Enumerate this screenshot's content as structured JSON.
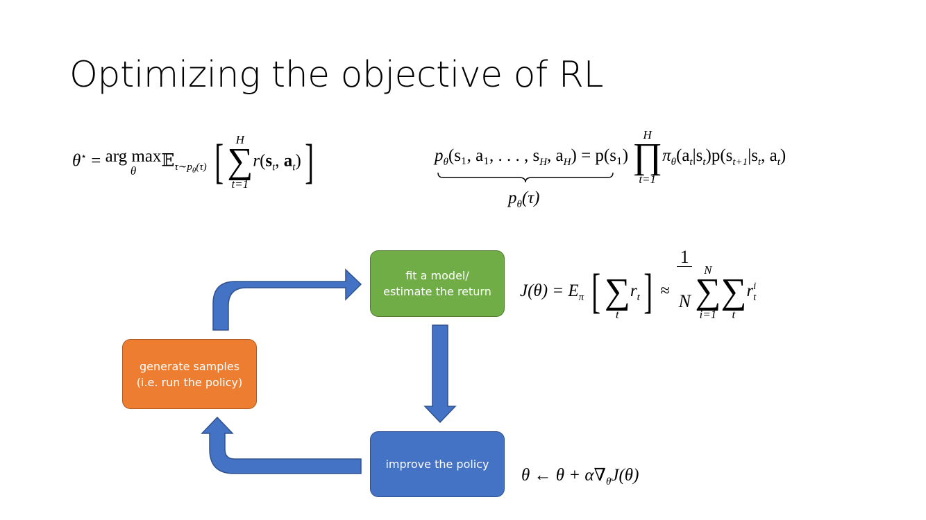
{
  "slide": {
    "title": "Optimizing the objective of RL"
  },
  "equations": {
    "objective": {
      "lhs": "θ",
      "lhs_sup": "⋆",
      "eq": "=",
      "argmax": "arg max",
      "argmax_sub": "θ",
      "expect": "𝔼",
      "expect_sub": "τ∼p",
      "expect_sub_theta": "θ",
      "expect_sub_arg": "(τ)",
      "sum_upper": "H",
      "sum_lower": "t=1",
      "body_r": "r",
      "body_open": "(",
      "body_s": "s",
      "body_t1": "t",
      "body_comma": ", ",
      "body_a": "a",
      "body_t2": "t",
      "body_close": ")"
    },
    "trajectory": {
      "p": "p",
      "p_sub": "θ",
      "args": "(s₁, a₁, . . . , s",
      "args_H1": "H",
      "args_mid": ", a",
      "args_H2": "H",
      "args_close": ")",
      "eq": "=",
      "rhs_p": "p(s₁)",
      "prod_upper": "H",
      "prod_lower": "t=1",
      "pi": "π",
      "pi_sub": "θ",
      "pi_args": "(a",
      "pi_t1": "t",
      "pi_bar": "|s",
      "pi_t2": "t",
      "pi_close": ")",
      "trans_p": "p(s",
      "trans_t1": "t+1",
      "trans_bar": "|s",
      "trans_t2": "t",
      "trans_comma": ", a",
      "trans_t3": "t",
      "trans_close": ")",
      "underbrace_p": "p",
      "underbrace_sub": "θ",
      "underbrace_arg": "(τ)"
    },
    "return_estimate": {
      "lhs": "J(θ) = E",
      "lhs_sub": "π",
      "sum1_lower": "t",
      "r": "r",
      "r_sub": "t",
      "approx": "≈",
      "frac_num": "1",
      "frac_den": "N",
      "sum2_upper": "N",
      "sum2_lower": "i=1",
      "sum3_lower": "t",
      "r2": "r",
      "r2_sup": "i",
      "r2_sub": "t"
    },
    "update": {
      "text": "θ ← θ + α∇",
      "sub": "θ",
      "tail": "J(θ)"
    }
  },
  "diagram": {
    "boxes": {
      "fit_model": {
        "line1": "fit a model/",
        "line2": "estimate the return",
        "color": "#70ad47"
      },
      "generate_samples": {
        "line1": "generate samples",
        "line2": "(i.e. run the policy)",
        "color": "#ed7d31"
      },
      "improve_policy": {
        "line1": "improve the policy",
        "color": "#4472c4"
      }
    },
    "arrow_color": "#4472c4"
  }
}
